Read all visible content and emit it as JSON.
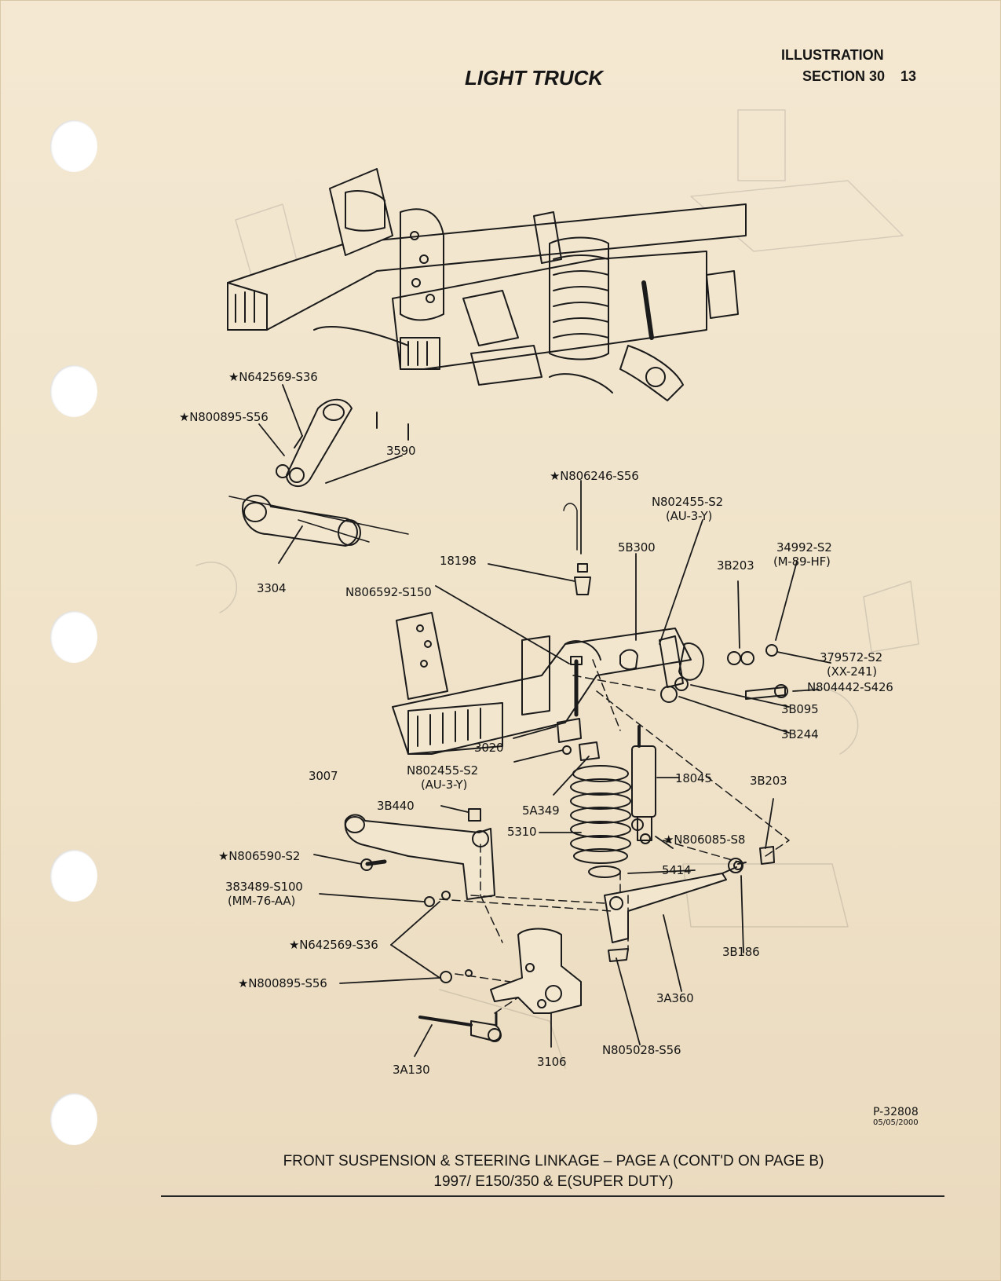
{
  "header": {
    "title": "LIGHT TRUCK",
    "illustration": "ILLUSTRATION",
    "section": "SECTION 30",
    "page": "13"
  },
  "callouts": [
    {
      "id": "n642569_top",
      "text": "★N642569-S36"
    },
    {
      "id": "n800895_top",
      "text": "★N800895-S56"
    },
    {
      "id": "p3590",
      "text": "3590"
    },
    {
      "id": "p3304",
      "text": "3304"
    },
    {
      "id": "n806246",
      "text": "★N806246-S56"
    },
    {
      "id": "n802455_a",
      "text": "N802455-S2"
    },
    {
      "id": "n802455_a_note",
      "text": "(AU-3-Y)"
    },
    {
      "id": "p18198",
      "text": "18198"
    },
    {
      "id": "p5b300",
      "text": "5B300"
    },
    {
      "id": "p3b203_top",
      "text": "3B203"
    },
    {
      "id": "p34992",
      "text": "34992-S2"
    },
    {
      "id": "p34992_note",
      "text": "(M-89-HF)"
    },
    {
      "id": "n806592",
      "text": "N806592-S150"
    },
    {
      "id": "p379572",
      "text": "379572-S2"
    },
    {
      "id": "p379572_note",
      "text": "(XX-241)"
    },
    {
      "id": "n804442",
      "text": "N804442-S426"
    },
    {
      "id": "p3b095",
      "text": "3B095"
    },
    {
      "id": "p3b244",
      "text": "3B244"
    },
    {
      "id": "p3020",
      "text": "3020"
    },
    {
      "id": "n802455_b",
      "text": "N802455-S2"
    },
    {
      "id": "n802455_b_note",
      "text": "(AU-3-Y)"
    },
    {
      "id": "p3007",
      "text": "3007"
    },
    {
      "id": "p18045",
      "text": "18045"
    },
    {
      "id": "p3b203_bot",
      "text": "3B203"
    },
    {
      "id": "p3b440",
      "text": "3B440"
    },
    {
      "id": "p5a349",
      "text": "5A349"
    },
    {
      "id": "p5310",
      "text": "5310"
    },
    {
      "id": "n806085",
      "text": "★N806085-S8"
    },
    {
      "id": "n806590",
      "text": "★N806590-S2"
    },
    {
      "id": "p5414",
      "text": "5414"
    },
    {
      "id": "p383489",
      "text": "383489-S100"
    },
    {
      "id": "p383489_note",
      "text": "(MM-76-AA)"
    },
    {
      "id": "n642569_bot",
      "text": "★N642569-S36"
    },
    {
      "id": "p3b186",
      "text": "3B186"
    },
    {
      "id": "n800895_bot",
      "text": "★N800895-S56"
    },
    {
      "id": "p3a360",
      "text": "3A360"
    },
    {
      "id": "n805028",
      "text": "N805028-S56"
    },
    {
      "id": "p3a130",
      "text": "3A130"
    },
    {
      "id": "p3106",
      "text": "3106"
    }
  ],
  "footer": {
    "plate": "P-32808",
    "date": "05/05/2000",
    "caption_line1": "FRONT SUSPENSION & STEERING LINKAGE – PAGE A (CONT'D ON PAGE B)",
    "caption_line2": "1997/ E150/350 & E(SUPER DUTY)"
  },
  "colors": {
    "paper": "#f2e6cf",
    "ink": "#141414"
  }
}
